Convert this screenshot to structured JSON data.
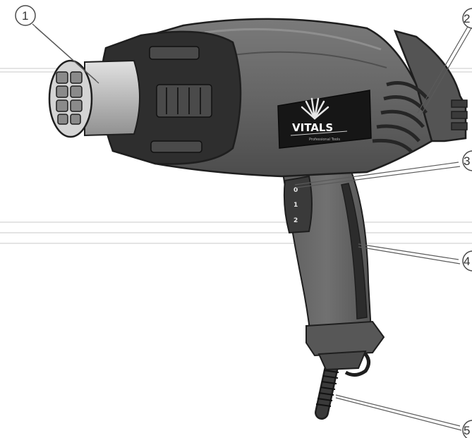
{
  "figure": {
    "brand_logo_text": "VITALS",
    "brand_tagline": "Professional Tools",
    "switch_positions": [
      "0",
      "1",
      "2"
    ]
  },
  "callouts": [
    {
      "number": "1"
    },
    {
      "number": "2"
    },
    {
      "number": "3"
    },
    {
      "number": "4"
    },
    {
      "number": "5"
    }
  ],
  "colors": {
    "body": "#636363",
    "body_dark": "#2e2e2e",
    "nozzle": "#c0c0c0",
    "outline": "#1e1e1e",
    "leader": "#5a5a5a"
  }
}
